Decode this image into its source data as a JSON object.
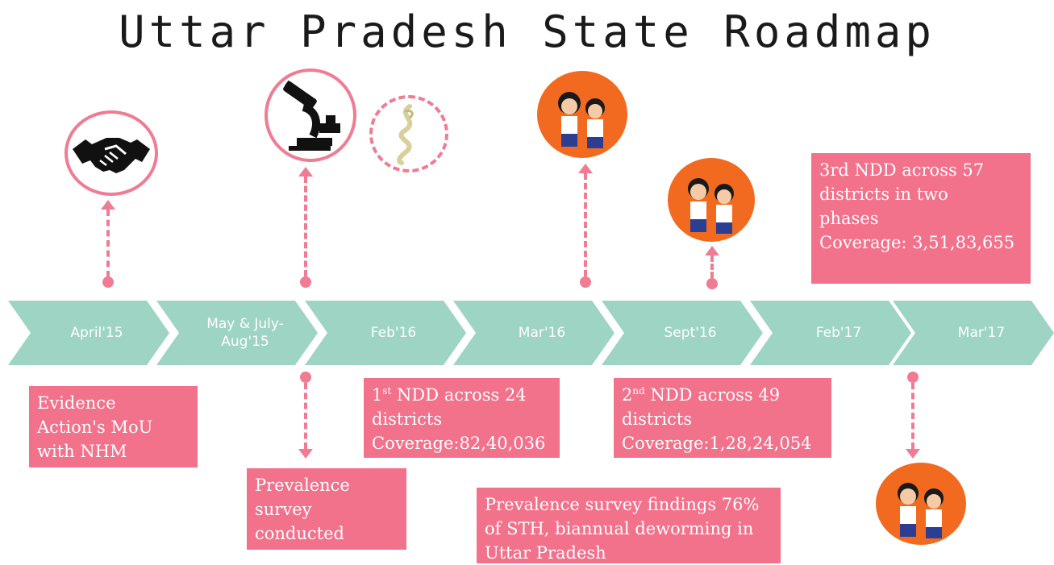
{
  "title": "Uttar Pradesh State Roadmap",
  "timeline": [
    {
      "label": "April'15"
    },
    {
      "label": "May & July-Aug'15"
    },
    {
      "label": "Feb'16"
    },
    {
      "label": "Mar'16"
    },
    {
      "label": "Sept'16"
    },
    {
      "label": "Feb'17"
    },
    {
      "label": "Mar'17"
    }
  ],
  "events": {
    "mou": "Evidence\nAction's MoU\nwith NHM",
    "prevalence_conducted": "Prevalence\nsurvey\nconducted",
    "ndd1_sup": "st",
    "ndd1_line1": " NDD  across 24",
    "ndd1_rest": "districts\nCoverage:82,40,036",
    "ndd2_sup": "nd",
    "ndd2_line1": " NDD across 49",
    "ndd2_rest": "districts\nCoverage:1,28,24,054",
    "ndd3": "3rd NDD across 57\ndistricts in  two\nphases\nCoverage: 3,51,83,655",
    "findings": "Prevalence survey findings 76%\nof STH, biannual deworming in\nUttar Pradesh"
  },
  "colors": {
    "chevron": "#9ed4c3",
    "box": "#f2718b",
    "connector": "#ef7c93",
    "mascot_bg": "#f26a1f"
  },
  "icons": [
    "handshake-icon",
    "microscope-icon",
    "worm-icon",
    "mascot-kids-icon"
  ]
}
